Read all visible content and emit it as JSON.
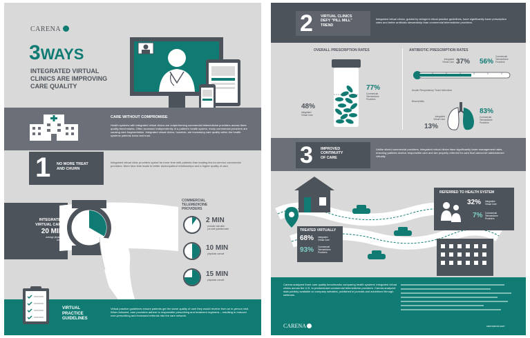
{
  "page1": {
    "brand": "CARENA",
    "title_number": "3",
    "title_word": "WAYS",
    "subtitle_lines": [
      "INTEGRATED VIRTUAL",
      "CLINICS ARE IMPROVING",
      "CARE QUALITY"
    ],
    "care_heading": "CARE WITHOUT COMPROMISE",
    "care_text": "Health systems with integrated virtual clinics are outperforming commercial telemedicine providers across three quality benchmarks. Often accessed independently of a patient's health system, many commercial providers are causing care fragmentation. Integrated virtual clinics, however, are increasing care quality within the health systems patients know and trust.",
    "section1": {
      "number": "1",
      "heading_lines": [
        "NO MORE TREAT",
        "AND CHURN"
      ],
      "text": "Integrated virtual clinic providers spend far more time with patients than leading fee-for-service commercial providers. More face time leads to better doctor/patient relationships and a higher quality of care."
    },
    "integrated": {
      "label_lines": [
        "INTEGRATED",
        "VIRTUAL CARE"
      ],
      "value": "20 MIN",
      "caption_lines": [
        "average physician",
        "consult"
      ]
    },
    "commercial_label_lines": [
      "COMMERCIAL",
      "TELEMEDICINE",
      "PROVIDERS"
    ],
    "providers": [
      {
        "value": "2 MIN",
        "caption_lines": [
          "provider visit after",
          "pre-visit questionnaire"
        ],
        "fraction": 0.1
      },
      {
        "value": "10 MIN",
        "caption_lines": [
          "physician consult"
        ],
        "fraction": 0.5
      },
      {
        "value": "15 MIN",
        "caption_lines": [
          "physician consult"
        ],
        "fraction": 0.75
      }
    ],
    "practice_heading_lines": [
      "VIRTUAL",
      "PRACTICE",
      "GUIDELINES"
    ],
    "practice_text": "Virtual practice guidelines ensure patients get the same quality of care they would receive from an in-person visit. When followed, care providers adhere to responsible prescribing and treatment regimens – resulting in reduced over-prescribing and increased referrals into the care network."
  },
  "page2": {
    "section2": {
      "number": "2",
      "heading_lines": [
        "VIRTUAL CLINICS",
        "DEFY \"PILL MILL\"",
        "TREND"
      ],
      "text": "Integrated virtual clinics, guided by stringent virtual practice guidelines, have significantly lower prescription rates and better antibiotic stewardship than commercial telemedicine providers."
    },
    "overall": {
      "heading": "OVERALL PRESCRIPTION RATES",
      "integrated_value": "48%",
      "integrated_label_lines": [
        "Integrated",
        "Virtual Care"
      ],
      "commercial_value": "77%",
      "commercial_label_lines": [
        "Commercial",
        "Telemedicine",
        "Providers"
      ]
    },
    "antibiotic": {
      "heading": "ANTIBIOTIC PRESCRIPTION RATES",
      "integrated_label_lines": [
        "Integrated",
        "Virtual Care"
      ],
      "integrated_value": "37%",
      "commercial_value": "56%",
      "commercial_label_lines": [
        "Commercial",
        "Telemedicine",
        "Providers"
      ],
      "acute_label": "Acute Respiratory Tract Infection",
      "bronchitis_label": "Bronchitis",
      "bronchitis_integrated_label_lines": [
        "Integrated",
        "Virtual Care"
      ],
      "bronchitis_integrated_value": "13%",
      "bronchitis_commercial_value": "83%",
      "bronchitis_commercial_label_lines": [
        "Commercial",
        "Telemedicine",
        "Providers"
      ]
    },
    "section3": {
      "number": "3",
      "heading_lines": [
        "IMPROVED",
        "CONTINUITY",
        "OF CARE"
      ],
      "text": "Unlike siloed commercial providers, integrated virtual clinics have significantly lower management rates, ensuring patients receive responsible care and are properly referred for care that cannot be administered virtually."
    },
    "referred": {
      "heading": "REFERRED TO HEALTH SYSTEM",
      "integrated_value": "32%",
      "integrated_label_lines": [
        "Integrated",
        "Virtual Care"
      ],
      "commercial_value": "7%",
      "commercial_label_lines": [
        "Commercial",
        "Telemedicine",
        "Providers"
      ]
    },
    "treated": {
      "heading": "TREATED VIRTUALLY",
      "integrated_value": "68%",
      "integrated_label_lines": [
        "Integrated",
        "Virtual Care"
      ],
      "commercial_value": "93%",
      "commercial_label_lines": [
        "Commercial",
        "Telemedicine",
        "Providers"
      ]
    },
    "footer_text": "Carena analyzed three care quality benchmarks comparing health systems' integrated virtual clinics across the U.S. to predominant commercial telemedicine providers. Carena analyzed data publicly available on company websites, published in journals and advertised through webinars.",
    "brand": "CARENA",
    "website": "carenamd.com",
    "colors": {
      "teal": "#0f7b73",
      "dark": "#4d535b",
      "background": "#d9d9d9"
    }
  }
}
